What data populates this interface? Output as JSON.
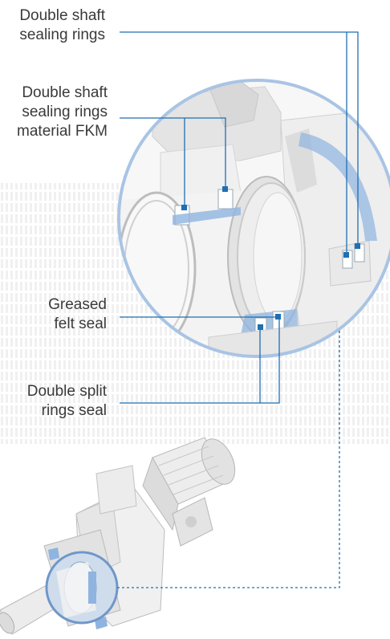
{
  "labels": {
    "double_shaft_sealing_rings": [
      "Double shaft",
      "sealing rings"
    ],
    "double_shaft_sealing_rings_fkm": [
      "Double shaft",
      "sealing rings",
      "material FKM"
    ],
    "greased_felt_seal": [
      "Greased",
      "felt seal"
    ],
    "double_split_rings_seal": [
      "Double split",
      "rings seal"
    ]
  },
  "colors": {
    "leader_line": "#1f6fb2",
    "highlight": "#8fb4df",
    "circle_border": "#a9c4e4",
    "part_light": "#f1f1f1",
    "part_mid": "#e1e1e1",
    "part_dark": "#c9c9c9",
    "dot_pattern": "#eeeeee",
    "text": "#3a3a3a"
  }
}
